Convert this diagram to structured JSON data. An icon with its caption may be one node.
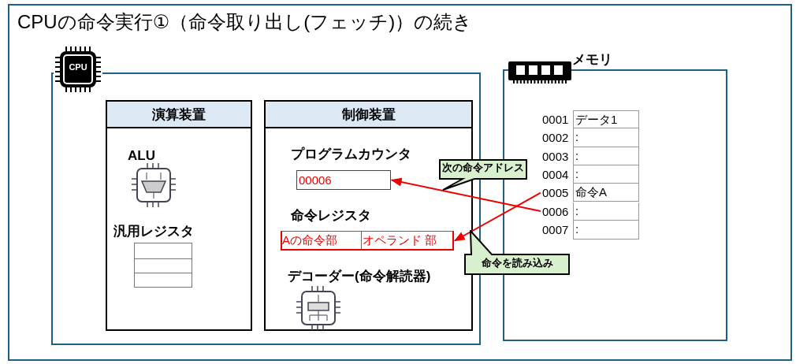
{
  "diagram": {
    "title": "CPUの命令実行①（命令取り出し(フェッチ)）の続き",
    "nodes": [
      {
        "text": [],
        "shape": "box"
      },
      {
        "text": [
          "演算装置"
        ],
        "in": 0
      },
      {
        "text": [
          "汎用レジスタ"
        ],
        "in": 1
      },
      {
        "text": [
          "制御装置"
        ],
        "in": 0
      },
      {
        "text": [
          "プログラムカウンタ",
          "00006"
        ],
        "in": 3
      },
      {
        "text": [
          "命令レジスタ",
          "Aの命令部",
          "オペランド 部"
        ],
        "in": 3
      },
      {
        "text": [],
        "shape": "box"
      },
      {
        "text": [
          "0001",
          "データ1"
        ],
        "in": 6
      },
      {
        "text": [
          "0002",
          ":"
        ],
        "in": 6
      },
      {
        "text": [
          "0003",
          ":"
        ],
        "in": 6
      },
      {
        "text": [
          "0004",
          ":"
        ],
        "in": 6
      },
      {
        "text": [
          "0005",
          "命令A"
        ],
        "in": 6
      },
      {
        "text": [
          "0006",
          ":"
        ],
        "in": 6
      },
      {
        "text": [
          "0007",
          ":"
        ],
        "in": 6
      },
      {
        "text": [
          "次の命令アドレス"
        ]
      },
      {
        "text": [
          "命令を読み込み"
        ]
      }
    ],
    "edges": [
      {
        "from": 12,
        "to": 4,
        "arrow": "to"
      },
      {
        "from": 11,
        "to": 5,
        "arrow": "to"
      }
    ],
    "labels": [
      "CPU",
      "ALU",
      "デコーダー(命令解読器)",
      "メモリ"
    ]
  }
}
